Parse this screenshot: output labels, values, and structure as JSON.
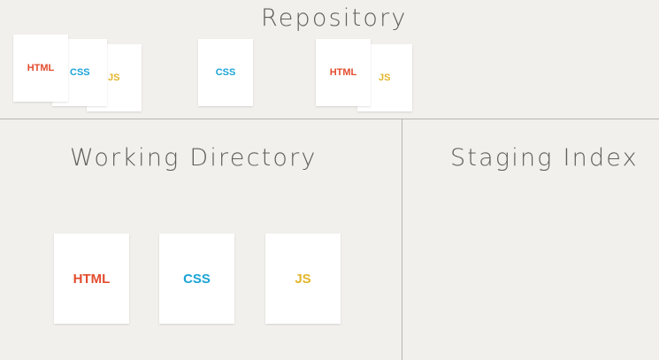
{
  "repository": {
    "title": "Repository",
    "groups": [
      {
        "cards": [
          {
            "label": "JS",
            "kind": "js"
          },
          {
            "label": "CSS",
            "kind": "css"
          },
          {
            "label": "HTML",
            "kind": "html"
          }
        ]
      },
      {
        "cards": [
          {
            "label": "CSS",
            "kind": "css"
          }
        ]
      },
      {
        "cards": [
          {
            "label": "JS",
            "kind": "js"
          },
          {
            "label": "HTML",
            "kind": "html"
          }
        ]
      }
    ]
  },
  "working_directory": {
    "title": "Working Directory",
    "cards": [
      {
        "label": "HTML",
        "kind": "html"
      },
      {
        "label": "CSS",
        "kind": "css"
      },
      {
        "label": "JS",
        "kind": "js"
      }
    ]
  },
  "staging_index": {
    "title": "Staging Index",
    "cards": []
  },
  "colors": {
    "background": "#f1f0ec",
    "html": "#e34c2e",
    "css": "#1aa3d6",
    "js": "#e3b52a",
    "title_text": "#5f5f5f",
    "divider": "#b8b6b1"
  }
}
